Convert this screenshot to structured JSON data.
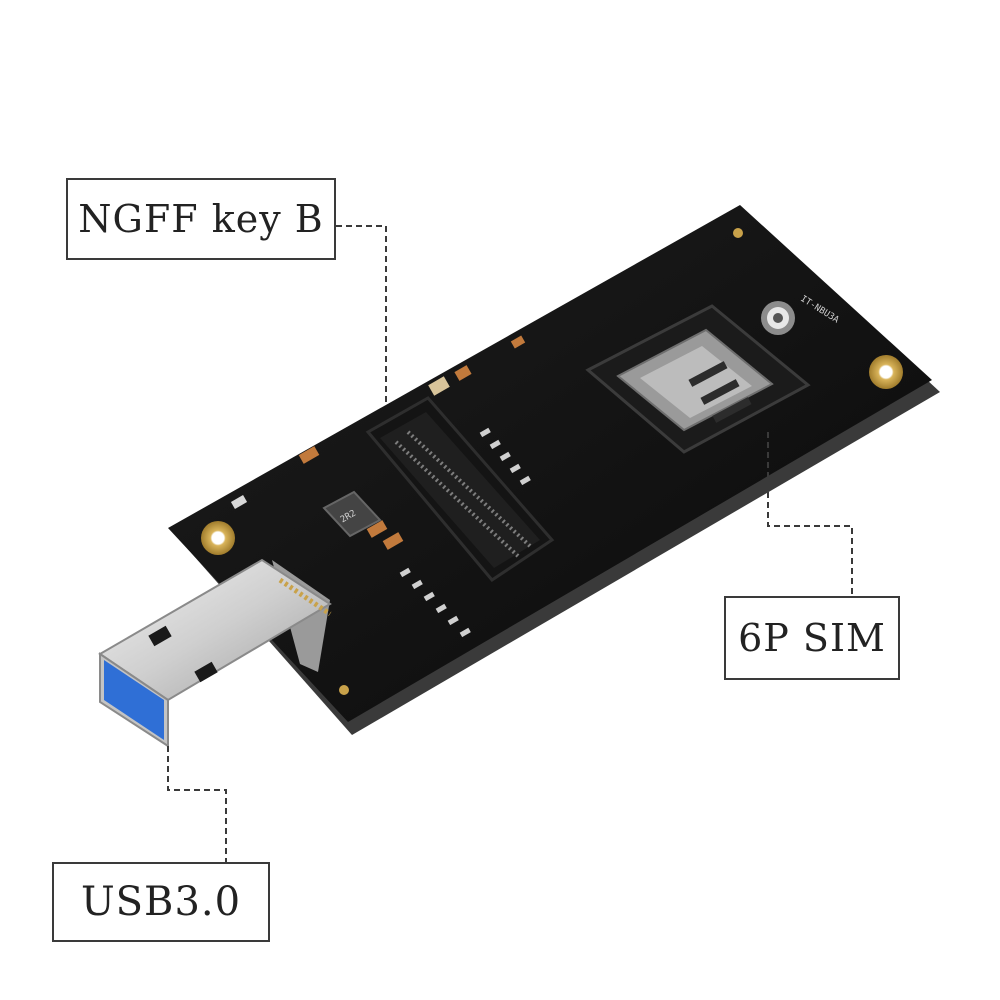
{
  "labels": {
    "ngff": "NGFF key B",
    "sim": "6P SIM",
    "usb": "USB3.0"
  },
  "silkscreen": {
    "model": "IT-NBU3A",
    "inductor": "2R2"
  },
  "colors": {
    "pcb": "#111111",
    "pcb_edge": "#2a2a2a",
    "usb_metal": "#d9d9d9",
    "usb_insert": "#2f6fd6",
    "gold_pad": "#c9a24a",
    "callout_border": "#3a3a3a",
    "leader_line": "#3a3a3a"
  }
}
